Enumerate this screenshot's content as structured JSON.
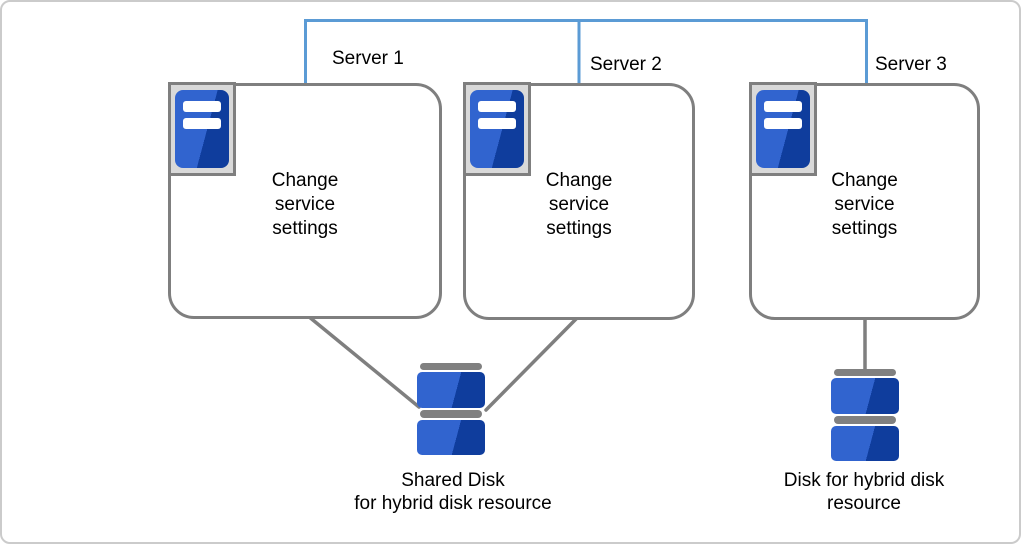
{
  "diagram": {
    "title_implicit": "Hybrid disk cluster configuration",
    "colors": {
      "connector_blue": "#5B9BD5",
      "line_gray": "#7F7F7F",
      "icon_frame_bg": "#D9D9D9",
      "bar_gray": "#808080",
      "blue_light": "#3164CF",
      "blue_dark": "#0F3D9D",
      "canvas_border": "#CBCBCB"
    },
    "servers": [
      {
        "label": "Server 1",
        "box_text": "Change\nservice\nsettings"
      },
      {
        "label": "Server 2",
        "box_text": "Change\nservice\nsettings"
      },
      {
        "label": "Server 3",
        "box_text": "Change\nservice\nsettings"
      }
    ],
    "disks": [
      {
        "caption": "Shared Disk\nfor hybrid disk resource"
      },
      {
        "caption": "Disk for hybrid disk\nresource"
      }
    ]
  }
}
